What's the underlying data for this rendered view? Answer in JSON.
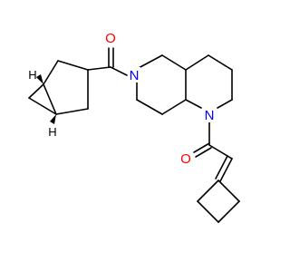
{
  "molecule": {
    "atoms": {
      "O_top": "O",
      "N_left": "N",
      "N_bottom": "N",
      "O_bottom": "O",
      "H_upper": "H",
      "H_lower": "H"
    },
    "colors": {
      "oxygen": "#ff0000",
      "nitrogen": "#0000ff",
      "carbon": "#000000"
    }
  }
}
